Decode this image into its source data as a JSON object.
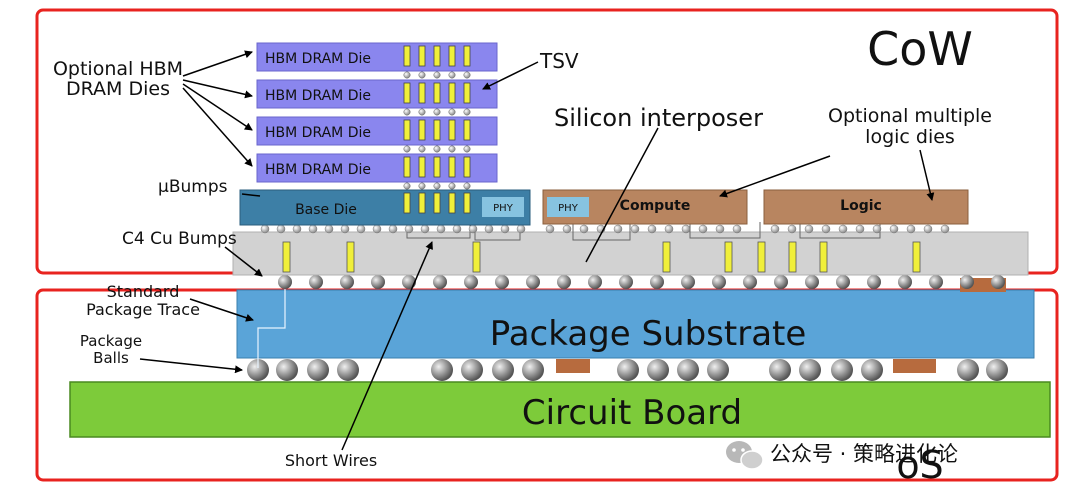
{
  "regions": {
    "cow": "CoW",
    "os": "oS"
  },
  "labels": {
    "optional_hbm": "Optional HBM",
    "dram_dies": "DRAM Dies",
    "tsv": "TSV",
    "silicon_interposer": "Silicon interposer",
    "optional_multiple": "Optional multiple",
    "logic_dies": "logic dies",
    "ubumps": "μBumps",
    "c4_cu_bumps": "C4 Cu Bumps",
    "standard": "Standard",
    "package_trace": "Package Trace",
    "package": "Package",
    "balls": "Balls",
    "short_wires": "Short Wires"
  },
  "components": {
    "hbm_dies": [
      "HBM DRAM Die",
      "HBM DRAM Die",
      "HBM DRAM Die",
      "HBM DRAM Die"
    ],
    "base_die": "Base Die",
    "phy_left": "PHY",
    "phy_right": "PHY",
    "compute": "Compute",
    "logic": "Logic",
    "package_substrate": "Package Substrate",
    "circuit_board": "Circuit Board"
  },
  "watermark": {
    "icon": "wechat-icon",
    "text": "公众号 · 策略进化论"
  },
  "colors": {
    "region_border": "#e8231f",
    "hbm_die": "#8a86ee",
    "base_die": "#3d7fa6",
    "phy": "#87c3e0",
    "logic_die": "#b88560",
    "interposer": "#d2d2d2",
    "substrate": "#5aa4d8",
    "board": "#7dcb3a",
    "tsv": "#f0ef3a"
  }
}
